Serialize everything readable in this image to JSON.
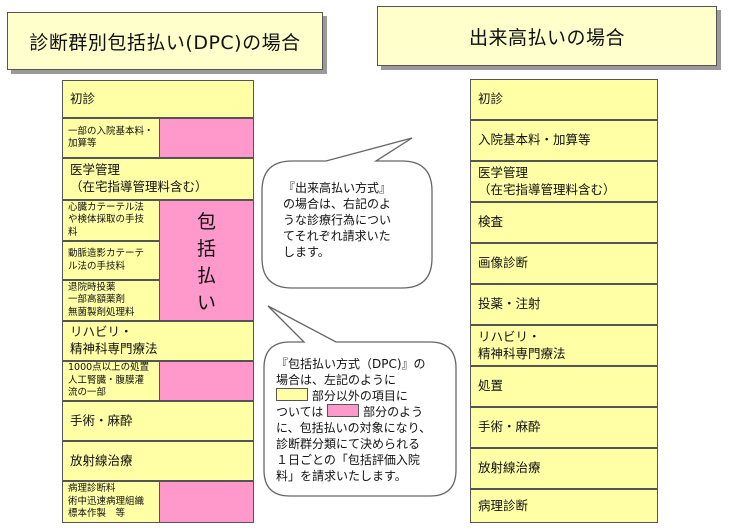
{
  "left_title": "診断群別包括払い(DPC)の場合",
  "right_title": "出来高払いの場合",
  "left_items": [
    "初診",
    "一部の入院基本料・\n加算等",
    "医学管理\n（在宅指導管理料含む）",
    "心臓カテーテル法\nや検体採取の手技\n料",
    "動脈造影カテーテ\nル法の手技料",
    "退院時投薬\n一部高額薬剤\n無菌製剤処理料",
    "リハビリ・\n精神科専門療法",
    "1000点以上の処置\n人工腎臓・腹膜灌\n流の一部",
    "手術・麻酔",
    "放射線治療",
    "病理診断料\n術中迅速病理組織\n標本作製　等"
  ],
  "left_pink_label": [
    "包",
    "括",
    "払",
    "い"
  ],
  "right_items": [
    "初診",
    "入院基本料・加算等",
    "医学管理\n（在宅指導管理料含む）",
    "検査",
    "画像診断",
    "投薬・注射",
    "リハビリ・\n精神科専門療法",
    "処置",
    "手術・麻酔",
    "放射線治療",
    "病理診断"
  ],
  "bubble_top": "『出来高払い方式』\nの場合は、右記のよ\nうな診療行為につい\nてそれぞれ請求いた\nします。",
  "bubble_bottom": {
    "line1": "『包括払い方式（DPC)』の",
    "line2": "場合は、左記のように",
    "line3": "部分以外の項目に",
    "line4_pre": "ついては",
    "line4_post": "部分のよう",
    "rest": "に、包括払いの対象になり、\n診断群分類にて決められる\n１日ごとの「包括評価入院\n料」を請求いたします。"
  },
  "colors": {
    "yellow": "#ffffa6",
    "pink": "#ff99cc",
    "title_bg": "#ffffcc"
  }
}
